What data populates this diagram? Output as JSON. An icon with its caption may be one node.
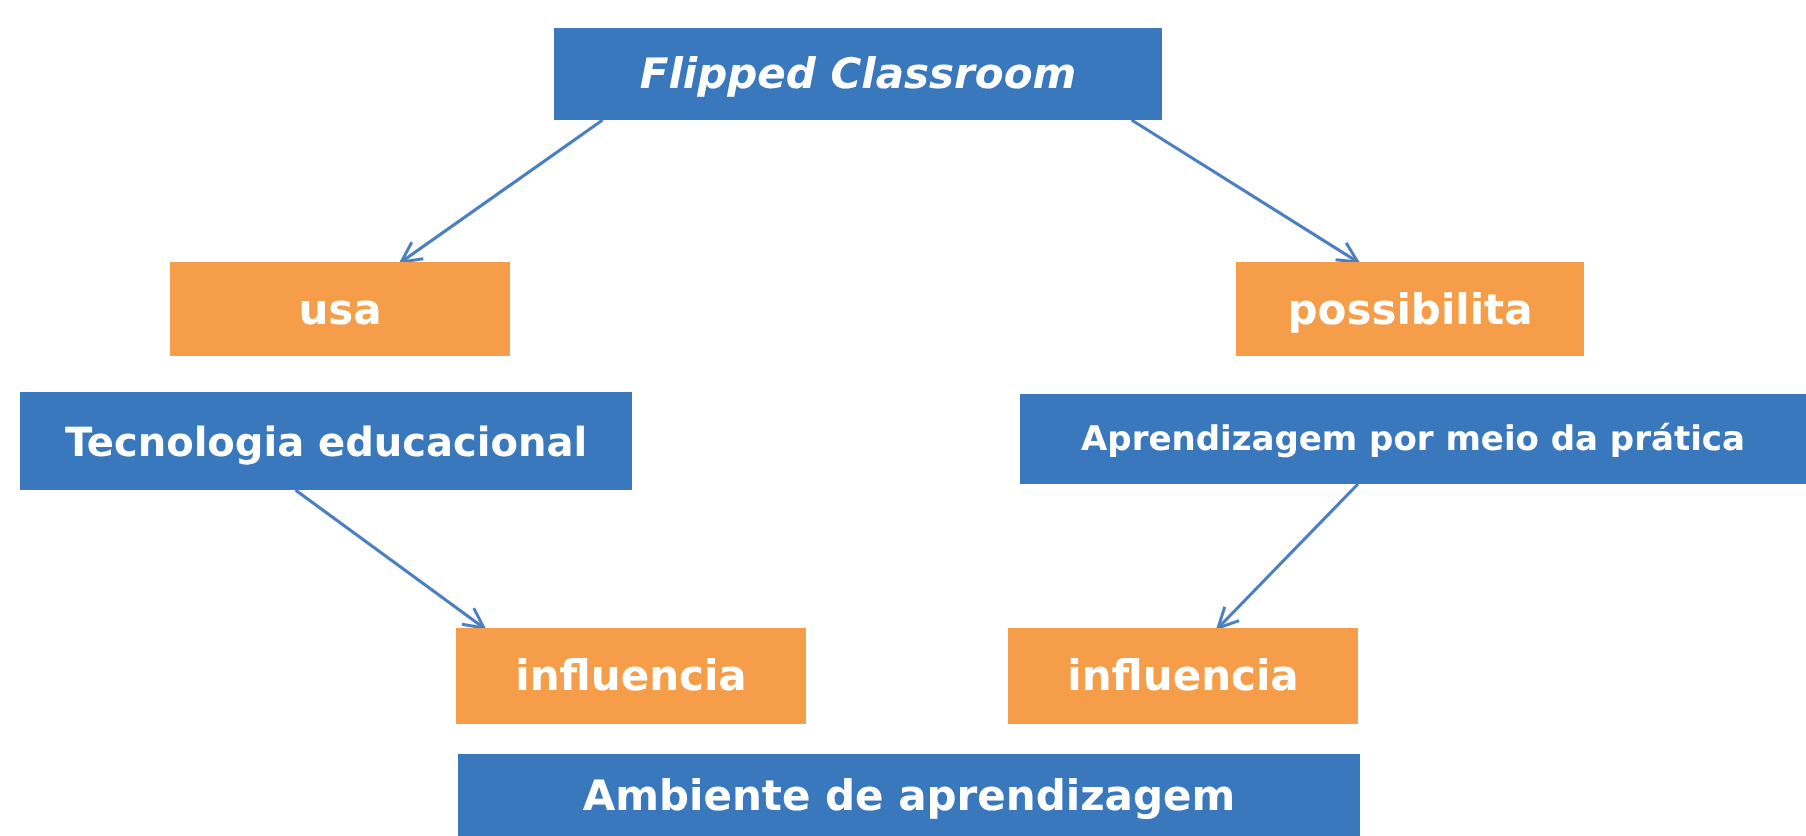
{
  "diagram": {
    "nodes": [
      {
        "text": [
          "Flipped Classroom"
        ]
      },
      {
        "text": [
          "usa"
        ]
      },
      {
        "text": [
          "Tecnologia educacional"
        ]
      },
      {
        "text": [
          "possibilita"
        ]
      },
      {
        "text": [
          "Aprendizagem por meio da prática"
        ]
      },
      {
        "text": [
          "influencia"
        ]
      },
      {
        "text": [
          "influencia"
        ]
      },
      {
        "text": [
          "Ambiente de aprendizagem"
        ]
      }
    ],
    "edges": [
      {
        "from": 0,
        "to": 1,
        "arrow": "to"
      },
      {
        "from": 0,
        "to": 3,
        "arrow": "to"
      },
      {
        "from": 2,
        "to": 5,
        "arrow": "to"
      },
      {
        "from": 4,
        "to": 6,
        "arrow": "to"
      }
    ]
  }
}
